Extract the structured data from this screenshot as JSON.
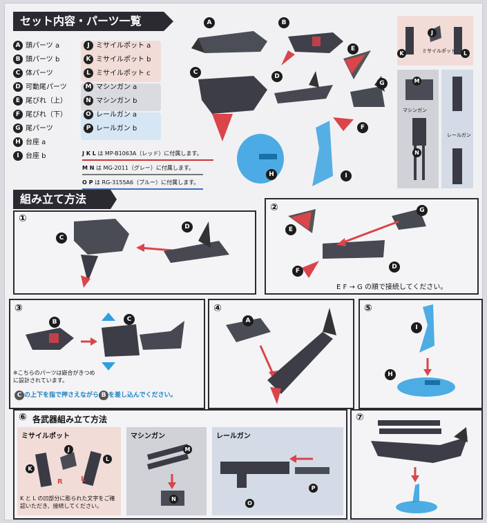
{
  "section1": {
    "title": "セット内容・パーツ一覧",
    "parts_left": [
      {
        "key": "A",
        "name": "頭パーツ a"
      },
      {
        "key": "B",
        "name": "頭パーツ b"
      },
      {
        "key": "C",
        "name": "体パーツ"
      },
      {
        "key": "D",
        "name": "可動尾パーツ"
      },
      {
        "key": "E",
        "name": "尾びれ（上）"
      },
      {
        "key": "F",
        "name": "尾びれ（下）"
      },
      {
        "key": "G",
        "name": "尾パーツ"
      },
      {
        "key": "H",
        "name": "台座 a"
      },
      {
        "key": "I",
        "name": "台座 b"
      }
    ],
    "parts_right": [
      {
        "key": "J",
        "name": "ミサイルポット a"
      },
      {
        "key": "K",
        "name": "ミサイルポット b"
      },
      {
        "key": "L",
        "name": "ミサイルポット c"
      },
      {
        "key": "M",
        "name": "マシンガン a"
      },
      {
        "key": "N",
        "name": "マシンガン b"
      },
      {
        "key": "O",
        "name": "レールガン a"
      },
      {
        "key": "P",
        "name": "レールガン b"
      }
    ],
    "notes": [
      {
        "keys": "J K L",
        "text": "は MP-B1063A（レッド）に付属します。"
      },
      {
        "keys": "M N",
        "text": "は MG-2011（グレー）に付属します。"
      },
      {
        "keys": "O P",
        "text": "は RG-3155A6（ブルー）に付属します。"
      }
    ],
    "labels": {
      "missile_pod": "ミサイルポット",
      "machinegun": "マシンガン",
      "railgun": "レールガン"
    },
    "letters": [
      "A",
      "B",
      "C",
      "D",
      "E",
      "F",
      "G",
      "H",
      "I",
      "J",
      "K",
      "L",
      "M",
      "N",
      "O",
      "P",
      "a",
      "b",
      "c"
    ]
  },
  "section2": {
    "title": "組み立て方法",
    "steps": [
      "①",
      "②",
      "③",
      "④",
      "⑤",
      "⑥",
      "⑦"
    ],
    "step2_caption": "E F → G の順で接続してください。",
    "step3_note": "※こちらのパーツは嵌合がきつめに設計されています。",
    "step3_caption_a": "の上下を指で押さえながら",
    "step3_caption_b": "を差し込んでください。",
    "step6_title": "各武器組み立て方法",
    "step6_missile": "ミサイルポット",
    "step6_machinegun": "マシンガン",
    "step6_railgun": "レールガン",
    "step6_note": "K と L の凹部分に彫られた文字をご確認いただき、接続してください。",
    "R": "R",
    "L": "L"
  },
  "colors": {
    "dark": "#2a2a30",
    "red": "#d9454a",
    "blue": "#2f9fe0",
    "pink": "#f1d8d4",
    "grey": "#c9cbd0"
  }
}
